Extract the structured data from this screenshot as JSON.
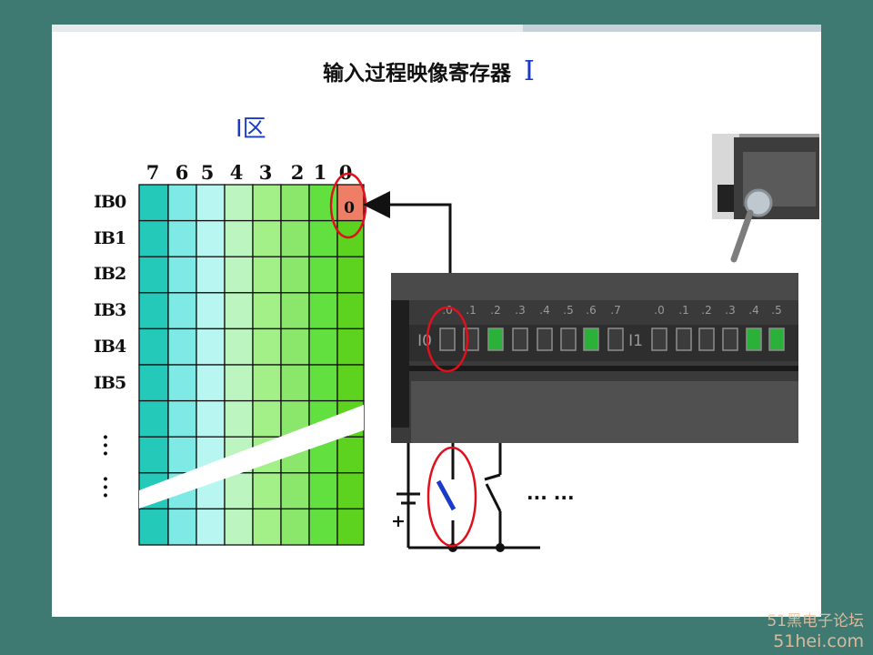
{
  "title": "输入过程映像寄存器",
  "title_letter": "I",
  "region_label": "I区",
  "bit_headers": [
    "7",
    "6",
    "5",
    "4",
    "3",
    "2",
    "1",
    "0"
  ],
  "row_labels": [
    "IB0",
    "IB1",
    "IB2",
    "IB3",
    "IB4",
    "IB5"
  ],
  "highlighted_cell_value": "0",
  "plc_module": {
    "group1_label": "I0",
    "group1_channels": [
      ".0",
      ".1",
      ".2",
      ".3",
      ".4",
      ".5",
      ".6",
      ".7"
    ],
    "group1_lit": [
      false,
      false,
      true,
      false,
      false,
      false,
      true,
      false
    ],
    "group2_label": "I1",
    "group2_channels": [
      ".0",
      ".1",
      ".2",
      ".3",
      ".4",
      ".5"
    ],
    "group2_lit": [
      false,
      false,
      false,
      false,
      true,
      true
    ]
  },
  "circuit": {
    "polarity": "+",
    "ellipsis": "... ..."
  },
  "colors": {
    "column_colors": [
      "#24c9b9",
      "#7fe9e6",
      "#b8f7f1",
      "#bdf5c0",
      "#a3ef88",
      "#8ae76c",
      "#62e040",
      "#5dd320"
    ],
    "highlight_cell": "#ef7e67",
    "circle": "#e0101c",
    "title_letter": "#1a3ac8",
    "background": "#3e7a72"
  },
  "watermark": {
    "line1": "51黑电子论坛",
    "line2": "51hei.com"
  }
}
